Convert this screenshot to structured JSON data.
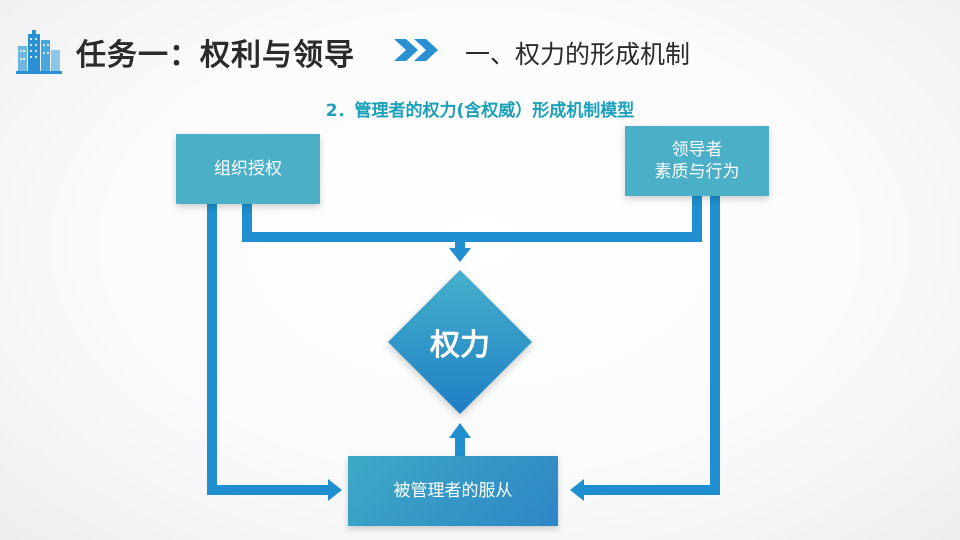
{
  "header": {
    "section_title": "任务一：权利与领导",
    "subsection_title": "一、权力的形成机制"
  },
  "diagram": {
    "title": "2．管理者的权力(含权威）形成机制模型",
    "nodes": {
      "org_authorization": "组织授权",
      "leader_quality_line1": "领导者",
      "leader_quality_line2": "素质与行为",
      "power": "权力",
      "subordinate_compliance": "被管理者的服从"
    }
  },
  "colors": {
    "box": "#4aafc7",
    "arrow": "#1f8fd0",
    "title_accent": "#1aa0b8",
    "diamond_top": "#46b0cc",
    "diamond_bottom": "#1e7fc4"
  }
}
